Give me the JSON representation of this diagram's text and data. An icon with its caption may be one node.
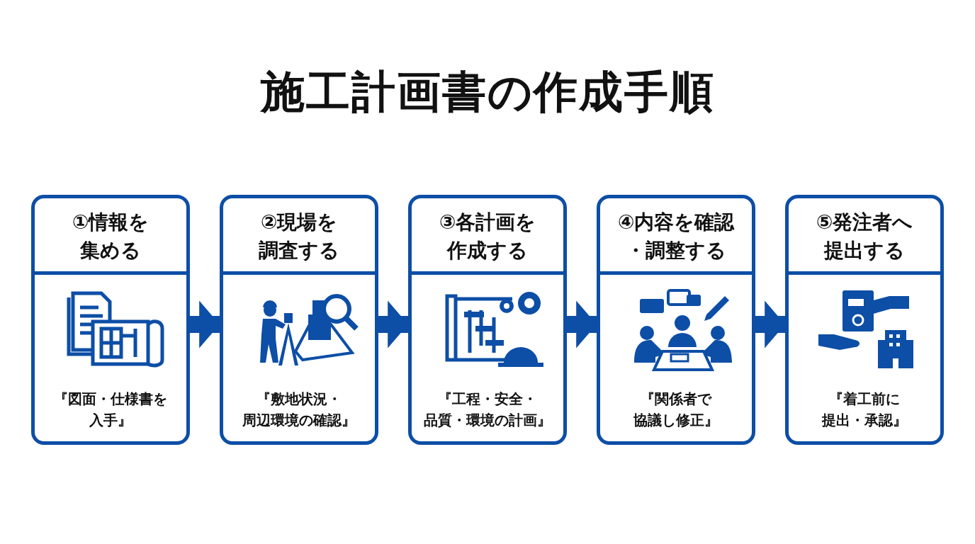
{
  "diagram": {
    "title": "施工計画書の作成手順",
    "nodes": [
      {
        "text": [
          "①情報を集める",
          "『図面・仕様書を入手』"
        ]
      },
      {
        "text": [
          "②現場を調査する",
          "『敷地状況・周辺環境の確認』"
        ]
      },
      {
        "text": [
          "③各計画を作成する",
          "『工程・安全・品質・環境の計画』"
        ]
      },
      {
        "text": [
          "④内容を確認・調整する",
          "『関係者で協議し修正』"
        ]
      },
      {
        "text": [
          "⑤発注者へ提出する",
          "『着工前に提出・承認』"
        ]
      }
    ],
    "edges": [
      {
        "from": 0,
        "to": 1,
        "arrow": "to"
      },
      {
        "from": 1,
        "to": 2,
        "arrow": "to"
      },
      {
        "from": 2,
        "to": 3,
        "arrow": "to"
      },
      {
        "from": 3,
        "to": 4,
        "arrow": "to"
      }
    ]
  }
}
